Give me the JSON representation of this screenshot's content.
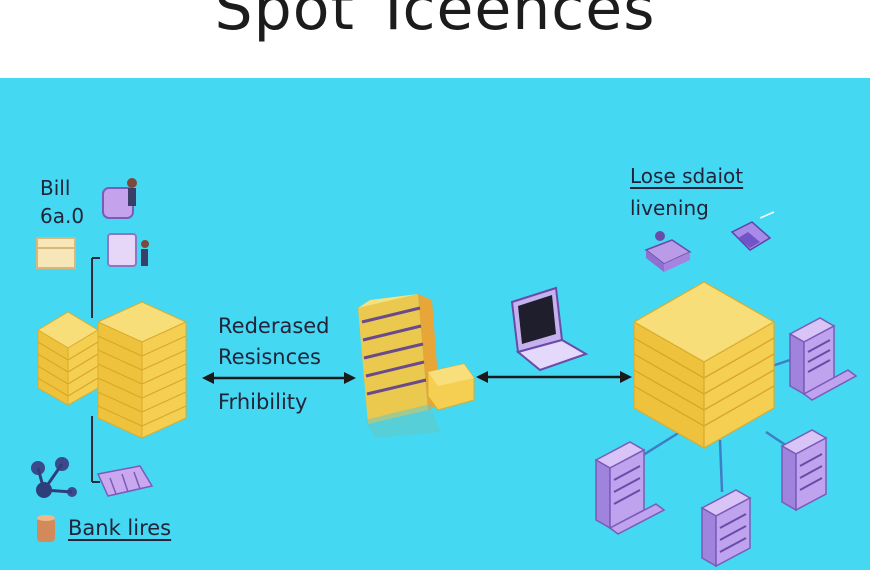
{
  "title": "Spot Tceences",
  "left": {
    "top_label_1": "Bill",
    "top_label_2": "6a.0",
    "bottom_label": "Bank lires"
  },
  "center": {
    "line_1": "Rederased",
    "line_2": "Resisnces",
    "line_3": "Frhibility"
  },
  "right": {
    "label_1": "Lose sdaiot",
    "label_2": "livening"
  },
  "colors": {
    "background": "#44d8f2",
    "server_yellow": "#f5cf52",
    "server_purple": "#b99be8",
    "arrow": "#1a1a1a"
  }
}
